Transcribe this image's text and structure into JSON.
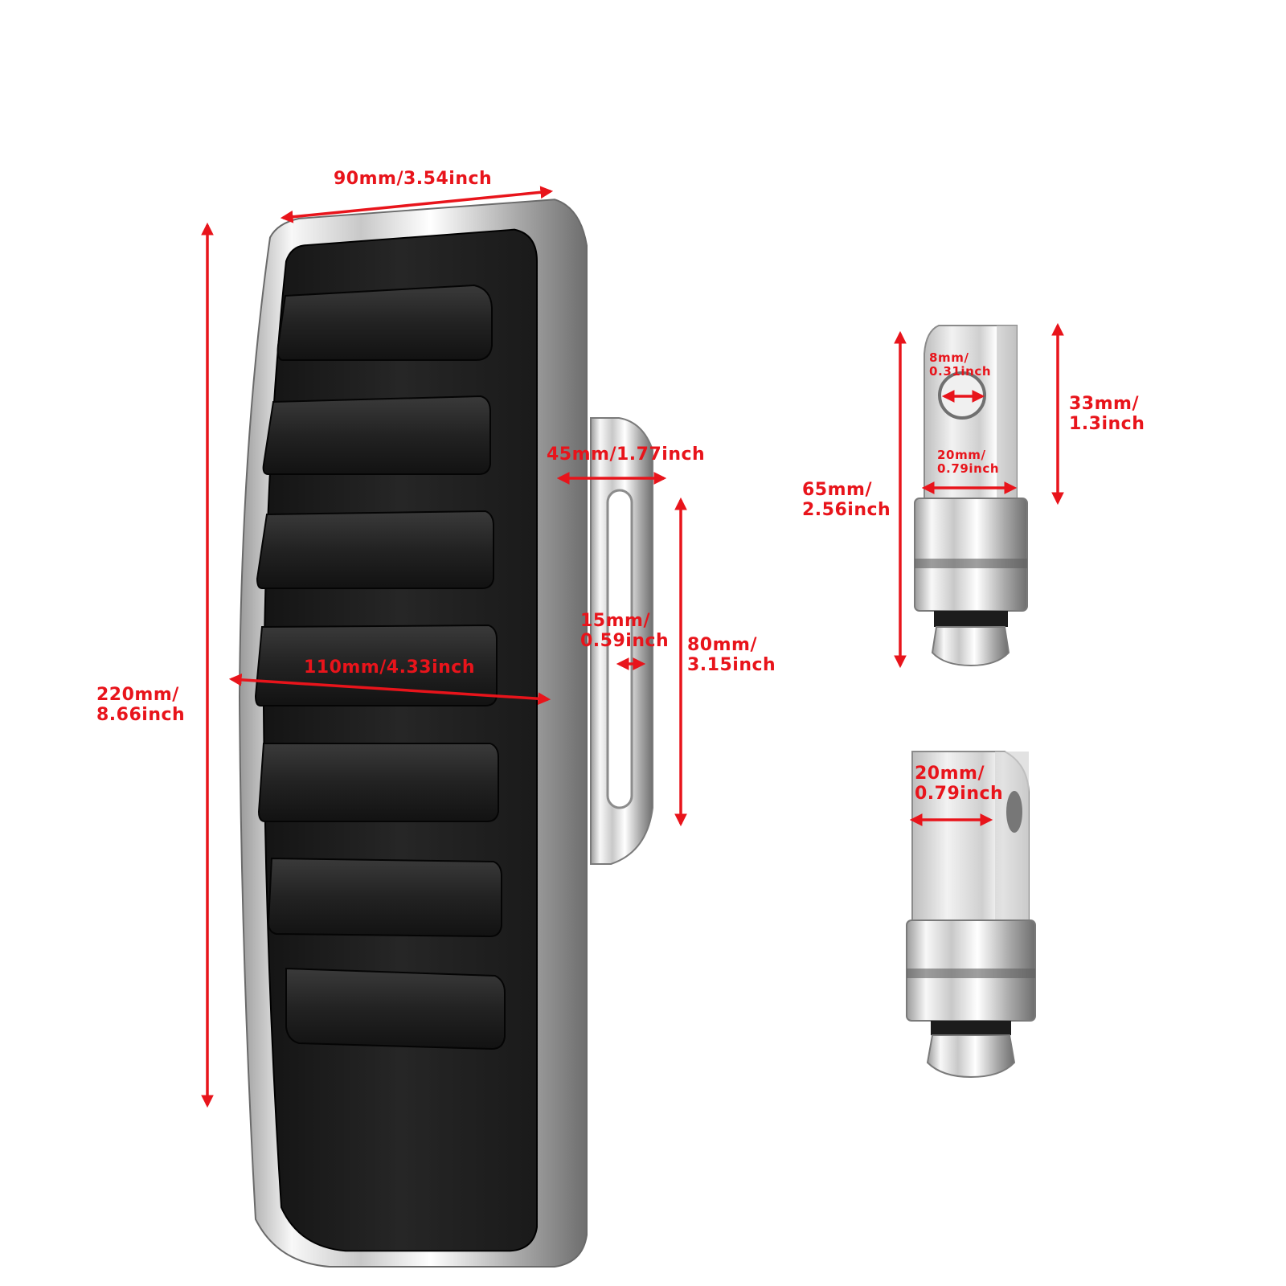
{
  "dimensions": {
    "footboard_width": "90mm/3.54inch",
    "footboard_length": [
      "220mm/",
      "8.66inch"
    ],
    "footboard_mid_width": "110mm/4.33inch",
    "bracket_depth": "45mm/1.77inch",
    "bracket_slot_width": [
      "15mm/",
      "0.59inch"
    ],
    "bracket_height": [
      "80mm/",
      "3.15inch"
    ],
    "mount_hole_diameter": [
      "8mm/",
      "0.31inch"
    ],
    "mount_upper_height": [
      "33mm/",
      "1.3inch"
    ],
    "mount_total_height": [
      "65mm/",
      "2.56inch"
    ],
    "mount_top_width": [
      "20mm/",
      "0.79inch"
    ],
    "mount2_width": [
      "20mm/",
      "0.79inch"
    ]
  },
  "colors": {
    "annotation": "#e8141b",
    "rubber": "#1f1f1f",
    "chrome_light": "#f4f4f4",
    "chrome_dark": "#8a8a8a"
  }
}
